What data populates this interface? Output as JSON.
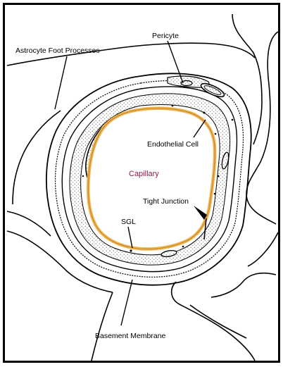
{
  "labels": {
    "pericyte": "Pericyte",
    "astrocyte": "Astrocyte Foot Processes",
    "endothelial": "Endothelial Cell",
    "capillary": "Capillary",
    "tight_junction": "Tight Junction",
    "sgl": "SGL",
    "basement": "Basement Membrane"
  },
  "colors": {
    "lumen_outline": "#f0b24c",
    "capillary_label": "#8b1a4a",
    "ink": "#000000"
  }
}
